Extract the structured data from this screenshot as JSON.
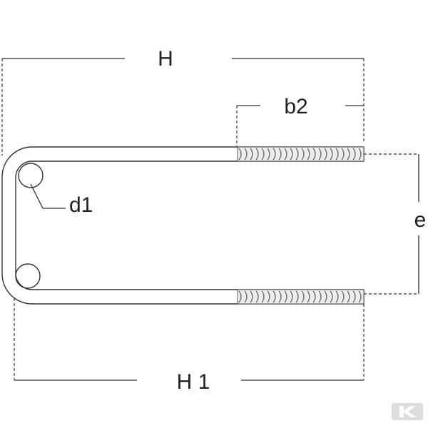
{
  "labels": {
    "H": "H",
    "b2": "b2",
    "d1": "d1",
    "e": "e",
    "H1": "H 1"
  },
  "colors": {
    "line": "#333333",
    "thread": "#555555",
    "background": "#ffffff",
    "watermark": "#dddddd"
  },
  "watermark": "K"
}
